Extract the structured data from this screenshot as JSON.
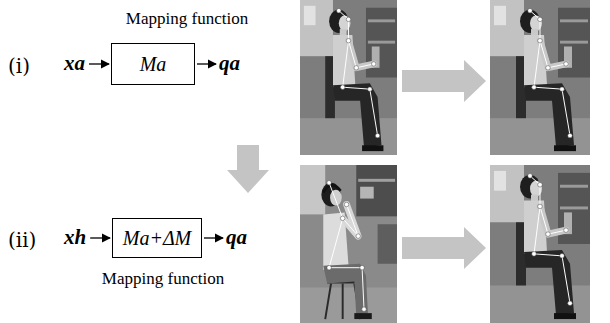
{
  "diagram": {
    "nodes": [
      {
        "text": [
          "Ma"
        ]
      },
      {
        "text": [
          "Ma+ΔM"
        ]
      }
    ],
    "labels": [
      "Mapping function",
      "(ⅰ)",
      "xa",
      "qa",
      "(ⅱ)",
      "xh",
      "qa",
      "Mapping function"
    ]
  }
}
